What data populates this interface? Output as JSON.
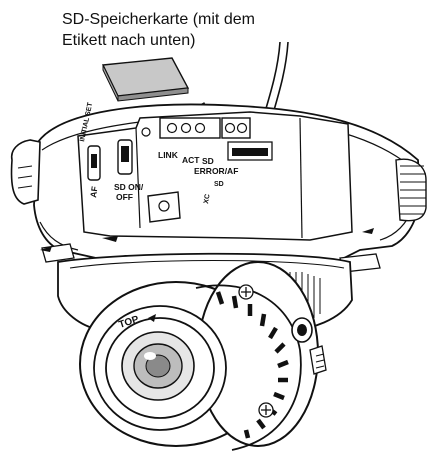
{
  "caption": {
    "line1": "SD-Speicherkarte (mit dem",
    "line2": "Etikett nach unten)"
  },
  "labels": {
    "initial_set": "INITIAL SET",
    "af": "AF",
    "sd_on_off_1": "SD ON/",
    "sd_on_off_2": "OFF",
    "link": "LINK",
    "act": "ACT",
    "sd": "SD",
    "error_af": "ERROR/AF",
    "sd_logo": "SD",
    "xc_logo": "XC",
    "top": "TOP"
  },
  "colors": {
    "line": "#111111",
    "background": "#ffffff",
    "sd_card_fill": "#c8c8c8",
    "arrow_fill": "#bdbdbd",
    "shade": "#d9d9d9"
  }
}
